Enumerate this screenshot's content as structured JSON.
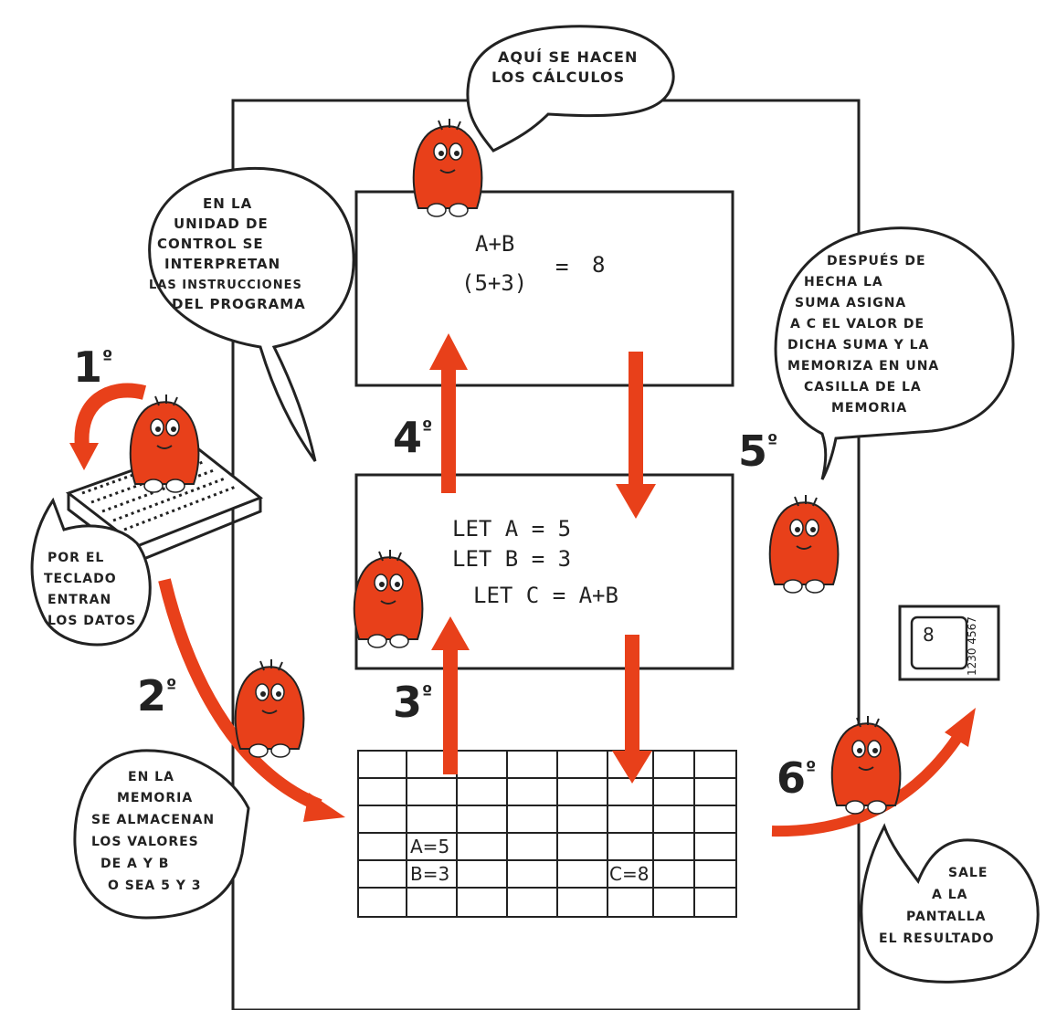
{
  "colors": {
    "ink": "#222222",
    "character": "#e8401a",
    "arrow": "#e8401a",
    "paper": "#ffffff"
  },
  "bubbles": {
    "alu": [
      "AQUÍ SE HACEN",
      "LOS CÁLCULOS"
    ],
    "control": [
      "EN LA",
      "UNIDAD DE",
      "CONTROL SE",
      "INTERPRETAN",
      "LAS INSTRUCCIONES",
      "DEL PROGRAMA"
    ],
    "keyboard": [
      "POR EL",
      "TECLADO",
      "ENTRAN",
      "LOS DATOS"
    ],
    "memory": [
      "EN LA",
      "MEMORIA",
      "SE ALMACENAN",
      "LOS VALORES",
      "DE A Y B",
      "O SEA 5 Y 3"
    ],
    "assign": [
      "DESPUÉS DE",
      "HECHA LA",
      "SUMA ASIGNA",
      "A C EL VALOR DE",
      "DICHA SUMA Y LA",
      "MEMORIZA EN UNA",
      "CASILLA DE LA",
      "MEMORIA"
    ],
    "screen": [
      "SALE",
      "A LA",
      "PANTALLA",
      "EL RESULTADO"
    ]
  },
  "steps": [
    {
      "num": "1",
      "ord": "º"
    },
    {
      "num": "2",
      "ord": "º"
    },
    {
      "num": "3",
      "ord": "º"
    },
    {
      "num": "4",
      "ord": "º"
    },
    {
      "num": "5",
      "ord": "º"
    },
    {
      "num": "6",
      "ord": "º"
    }
  ],
  "alu_box": {
    "line1": "A+B",
    "line2": "(5+3)",
    "equals": "=",
    "result": "8"
  },
  "program": {
    "line1": "LET A = 5",
    "line2": "LET B = 3",
    "line3": "LET C = A+B"
  },
  "memory_cells": {
    "a": "A=5",
    "b": "B=3",
    "c": "C=8"
  },
  "screen_value": "8",
  "keypad_text": "1230 4567"
}
